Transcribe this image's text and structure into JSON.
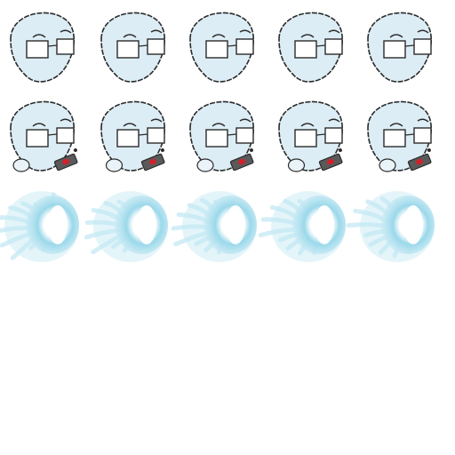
{
  "sprite_sheet": {
    "background": "#ffffff",
    "rows": [
      {
        "kind": "face-idle",
        "frames": 5,
        "head_color": "#dcedf5",
        "outline_color": "#2b2b2b",
        "glasses_fill": "#ffffff"
      },
      {
        "kind": "face-holding-detonator",
        "frames": 5,
        "head_color": "#dcedf5",
        "outline_color": "#2b2b2b",
        "hand_fill": "#e9f3f8",
        "device_color": "#5a5a5a",
        "button_color": "#d3202a"
      },
      {
        "kind": "energy-burst",
        "frames": 5,
        "core_color": "#ffffff",
        "glow_color": "#9ad8ea",
        "wisp_color": "#c4e8f3"
      }
    ]
  }
}
